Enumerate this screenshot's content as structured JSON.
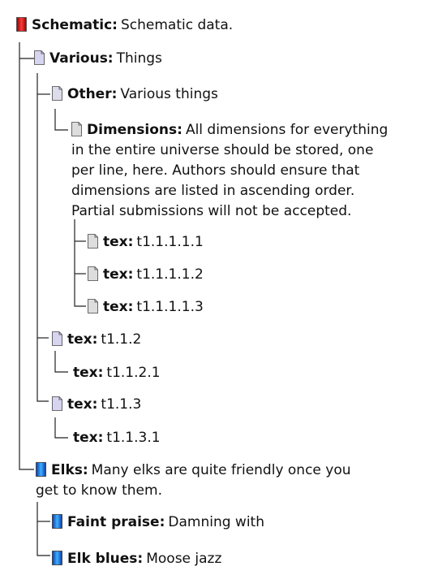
{
  "colors": {
    "root_icon": "#d61818",
    "various_icon": "#c9c7e6",
    "other_icon": "#cfcfe5",
    "dim_icon": "#d4d4d4",
    "tex_icon": "#d4d4d4",
    "elk_icon": "#1877e6",
    "line": "#222222"
  },
  "tree": {
    "root": {
      "name": "Schematic:",
      "desc": "Schematic data.",
      "icon": "red-doc-icon"
    },
    "various": {
      "name": "Various:",
      "desc": "Things",
      "icon": "doc-icon"
    },
    "other": {
      "name": "Other:",
      "desc": "Various things",
      "icon": "doc-icon"
    },
    "dimensions": {
      "name": "Dimensions:",
      "desc": "All dimensions for everything in the entire universe should be stored, one per line, here. Authors should ensure that dimensions are listed in ascending order. Partial submissions will not be accepted.",
      "icon": "doc-icon"
    },
    "tex1": {
      "name": "tex:",
      "desc": "t1.1.1.1.1"
    },
    "tex2": {
      "name": "tex:",
      "desc": "t1.1.1.1.2"
    },
    "tex3": {
      "name": "tex:",
      "desc": "t1.1.1.1.3"
    },
    "tex112": {
      "name": "tex:",
      "desc": "t1.1.2"
    },
    "tex1121": {
      "name": "tex:",
      "desc": "t1.1.2.1"
    },
    "tex113": {
      "name": "tex:",
      "desc": "t1.1.3"
    },
    "tex1131": {
      "name": "tex:",
      "desc": "t1.1.3.1"
    },
    "elks": {
      "name": "Elks:",
      "desc": "Many elks are quite friendly once you get to know them.",
      "icon": "blue-doc-icon"
    },
    "faint": {
      "name": "Faint praise:",
      "desc": "Damning with"
    },
    "elkblues": {
      "name": "Elk blues:",
      "desc": "Moose jazz"
    }
  }
}
